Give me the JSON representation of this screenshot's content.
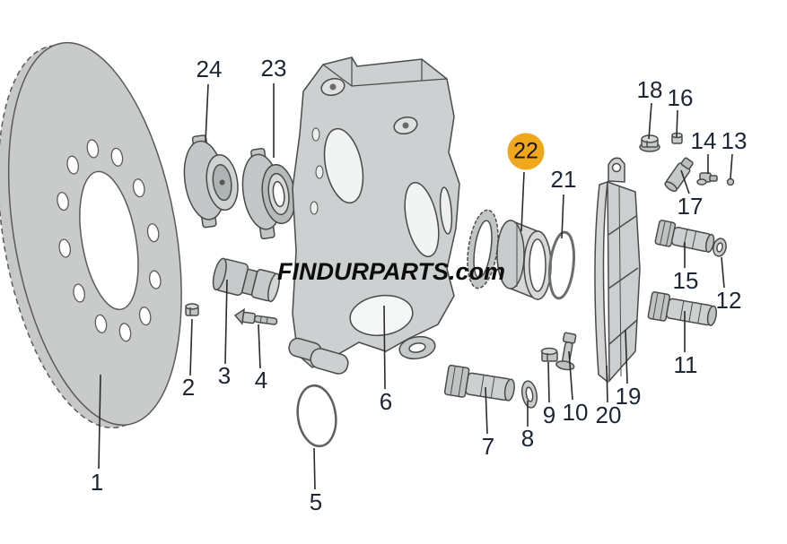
{
  "watermark": {
    "text": "FINDURPARTS.com"
  },
  "highlight": {
    "number": "22",
    "color": "#F0A71C"
  },
  "colors": {
    "background": "#FFFFFF",
    "label_text": "#1D2634",
    "part_fill": "#C9CCCC",
    "part_stroke": "#4A4A4A",
    "leader_line": "#2B2B2B",
    "highlight_badge": "#F0A71C"
  },
  "callouts": {
    "c1": "1",
    "c2": "2",
    "c3": "3",
    "c4": "4",
    "c5": "5",
    "c6": "6",
    "c7": "7",
    "c8": "8",
    "c9": "9",
    "c10": "10",
    "c11": "11",
    "c12": "12",
    "c13": "13",
    "c14": "14",
    "c15": "15",
    "c16": "16",
    "c17": "17",
    "c18": "18",
    "c19": "19",
    "c20": "20",
    "c21": "21",
    "c22": "22",
    "c23": "23",
    "c24": "24"
  }
}
